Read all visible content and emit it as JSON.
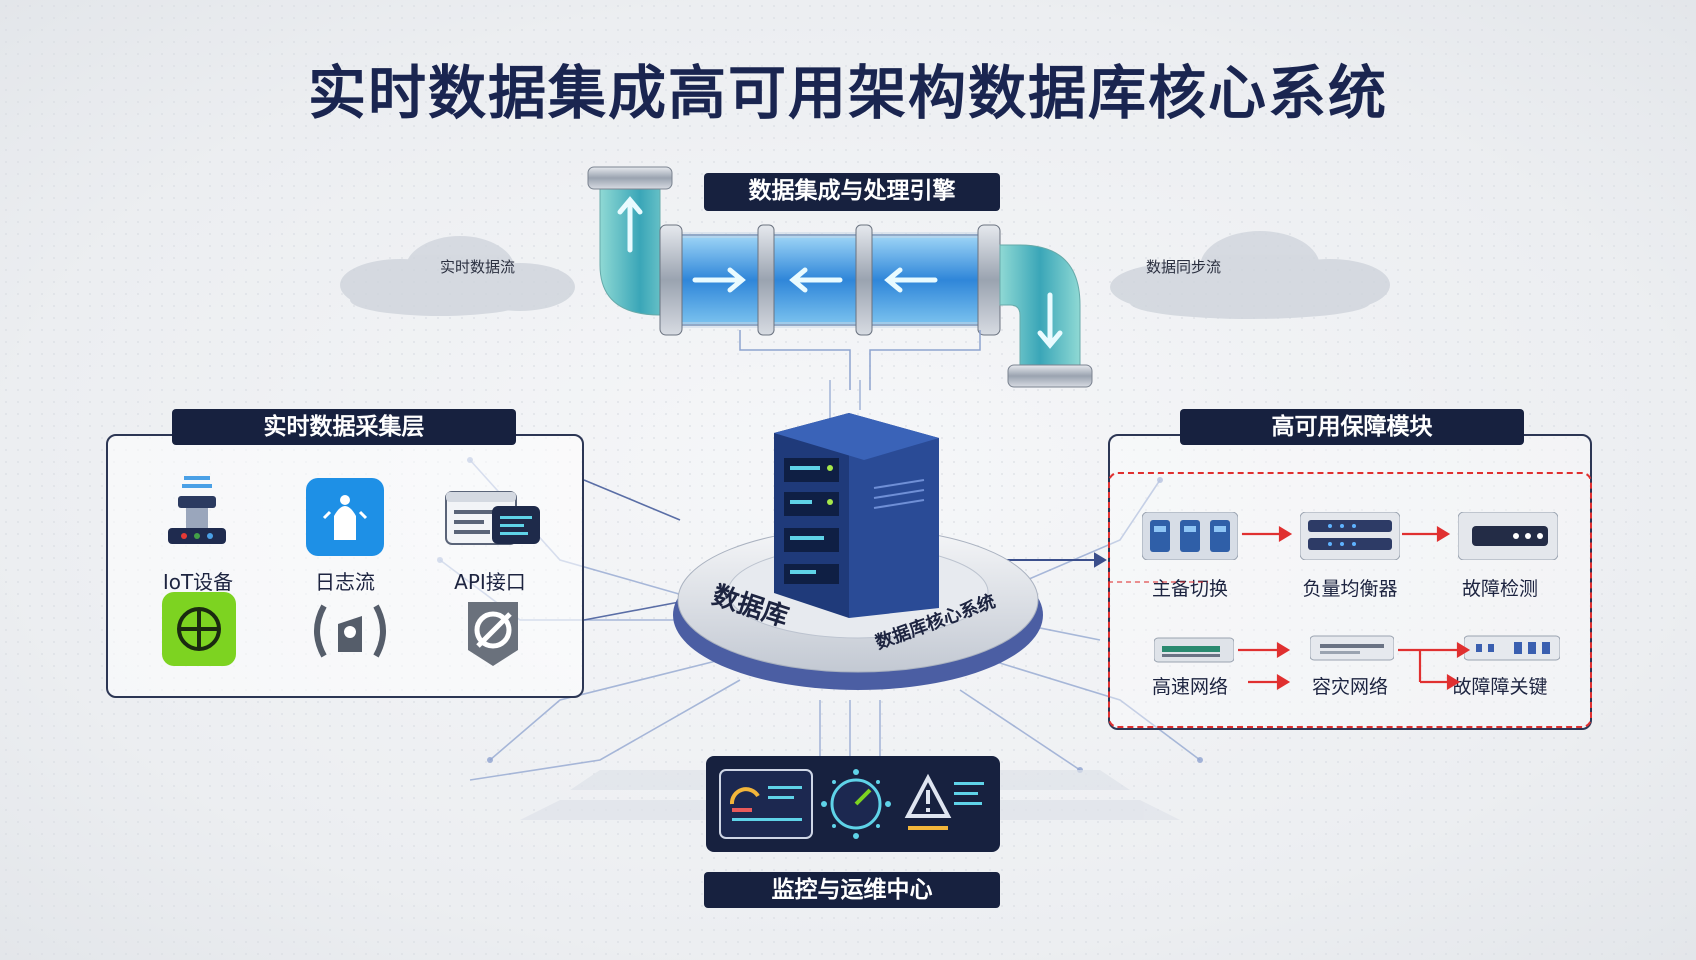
{
  "title": "实时数据集成高可用架构数据库核心系统",
  "engine": {
    "label": "数据集成与处理引擎"
  },
  "clouds": {
    "left": "实时数据流",
    "right": "数据同步流"
  },
  "database": {
    "side_label": "数据库",
    "ring_label": "数据库核心系统"
  },
  "collection": {
    "label": "实时数据采集层",
    "items": [
      {
        "label": "IoT设备",
        "icon": "iot-device-icon"
      },
      {
        "label": "日志流",
        "icon": "log-stream-icon"
      },
      {
        "label": "API接口",
        "icon": "api-interface-icon"
      }
    ]
  },
  "ha": {
    "label": "高可用保障模块",
    "row1": [
      "主备切换",
      "负量均衡器",
      "故障检测"
    ],
    "row2": [
      "高速网络",
      "容灾网络",
      "故障障关键"
    ]
  },
  "monitor": {
    "label": "监控与运维中心"
  },
  "colors": {
    "navy": "#17213f",
    "pipe": "#3a9be0",
    "alert": "#e03030",
    "accent": "#7dd321"
  }
}
